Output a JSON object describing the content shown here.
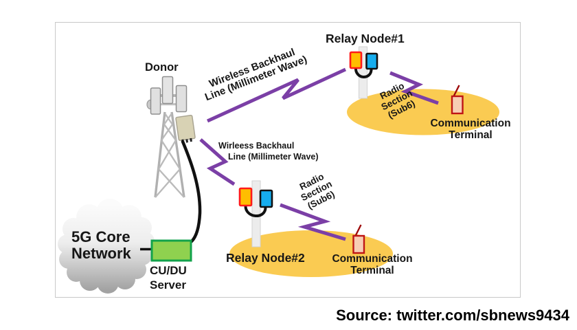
{
  "diagram": {
    "donor_label": "Donor",
    "core_cloud": {
      "line1": "5G Core",
      "line2": "Network"
    },
    "cudu_server": {
      "line1": "CU/DU",
      "line2": "Server"
    },
    "relay1_label": "Relay Node#1",
    "relay2_label": "Relay Node#2",
    "backhaul1": {
      "line1": "Wireless Backhaul",
      "line2": "Line (Millimeter Wave)"
    },
    "backhaul2": {
      "line1": "Wirleess Backhaul",
      "line2": "Line (Millimeter Wave)"
    },
    "radio1": {
      "line1": "Radio",
      "line2": "Section",
      "line3": "(Sub6)"
    },
    "radio2": {
      "line1": "Radio",
      "line2": "Section",
      "line3": "(Sub6)"
    },
    "terminal1": {
      "line1": "Communication",
      "line2": "Terminal"
    },
    "terminal2": {
      "line1": "Communication",
      "line2": "Terminal"
    }
  },
  "footer": {
    "source": "Source: twitter.com/sbnews9434"
  },
  "colors": {
    "backhaul_purple": "#7B3FA6",
    "coverage_yellow": "#FACB52",
    "server_green": "#8FD14F",
    "antenna_orange": "#FFBE00",
    "antenna_blue": "#16ADEE",
    "terminal_fill": "#F7CDB4",
    "terminal_border": "#BF1515",
    "cable_black": "#111111"
  }
}
